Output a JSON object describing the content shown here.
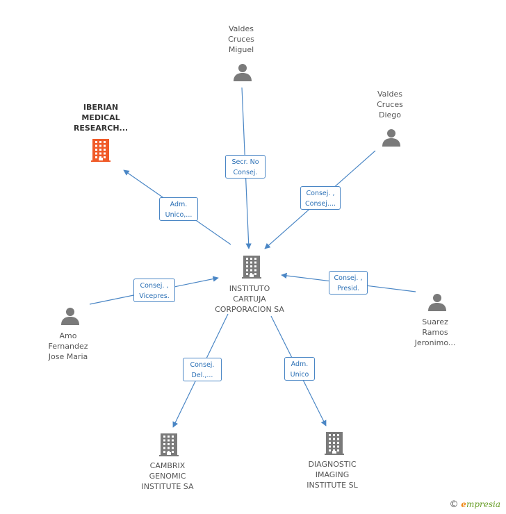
{
  "colors": {
    "edge": "#4a86c5",
    "person_icon": "#7a7a7a",
    "company_icon": "#7a7a7a",
    "company_highlight": "#f05a28"
  },
  "nodes": [
    {
      "id": "instituto",
      "type": "company",
      "label": "INSTITUTO\nCARTUJA\nCORPORACION SA",
      "highlight": false
    },
    {
      "id": "iberian",
      "type": "company",
      "label": "IBERIAN\nMEDICAL\nRESEARCH...",
      "highlight": true
    },
    {
      "id": "cambrix",
      "type": "company",
      "label": "CAMBRIX\nGENOMIC\nINSTITUTE SA",
      "highlight": false
    },
    {
      "id": "diagnostic",
      "type": "company",
      "label": "DIAGNOSTIC\nIMAGING\nINSTITUTE SL",
      "highlight": false
    },
    {
      "id": "vcm",
      "type": "person",
      "label": "Valdes\nCruces\nMiguel"
    },
    {
      "id": "vcd",
      "type": "person",
      "label": "Valdes\nCruces\nDiego"
    },
    {
      "id": "srj",
      "type": "person",
      "label": "Suarez\nRamos\nJeronimo..."
    },
    {
      "id": "afjm",
      "type": "person",
      "label": "Amo\nFernandez\nJose Maria"
    }
  ],
  "edges": [
    {
      "from": "vcm",
      "to": "instituto",
      "label": "Secr.  No\nConsej."
    },
    {
      "from": "vcd",
      "to": "instituto",
      "label": "Consej. ,\nConsej...."
    },
    {
      "from": "srj",
      "to": "instituto",
      "label": "Consej. ,\nPresid."
    },
    {
      "from": "afjm",
      "to": "instituto",
      "label": "Consej. ,\nVicepres."
    },
    {
      "from": "instituto",
      "to": "iberian",
      "label": "Adm.\nUnico,..."
    },
    {
      "from": "instituto",
      "to": "cambrix",
      "label": "Consej.\nDel.,..."
    },
    {
      "from": "instituto",
      "to": "diagnostic",
      "label": "Adm.\nUnico"
    }
  ],
  "footer": {
    "copyright": "©",
    "brand_initial": "e",
    "brand_rest": "mpresia"
  }
}
